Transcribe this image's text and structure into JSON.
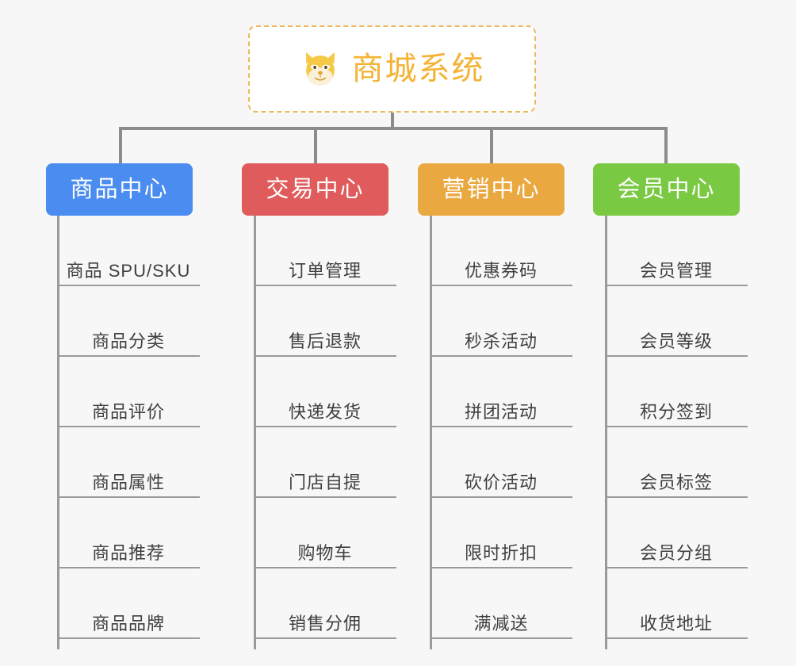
{
  "page": {
    "background_color": "#f7f7f7",
    "title": "商城系统",
    "connector_color": "#8c8c8c",
    "leaf_line_color": "#9a9a9a",
    "leaf_text_color": "#3f3f3f"
  },
  "root": {
    "label": "商城系统",
    "icon": "shiba-dog-icon",
    "text_color": "#f4b335",
    "border_color": "#edb85e",
    "background_color": "#ffffff"
  },
  "columns": [
    {
      "id": "product-center",
      "label": "商品中心",
      "color": "#4a8cf0",
      "items": [
        "商品 SPU/SKU",
        "商品分类",
        "商品评价",
        "商品属性",
        "商品推荐",
        "商品品牌"
      ]
    },
    {
      "id": "trade-center",
      "label": "交易中心",
      "color": "#e05c5c",
      "items": [
        "订单管理",
        "售后退款",
        "快递发货",
        "门店自提",
        "购物车",
        "销售分佣"
      ]
    },
    {
      "id": "marketing-center",
      "label": "营销中心",
      "color": "#eaa940",
      "items": [
        "优惠券码",
        "秒杀活动",
        "拼团活动",
        "砍价活动",
        "限时折扣",
        "满减送"
      ]
    },
    {
      "id": "member-center",
      "label": "会员中心",
      "color": "#7ac943",
      "items": [
        "会员管理",
        "会员等级",
        "积分签到",
        "会员标签",
        "会员分组",
        "收货地址"
      ]
    }
  ]
}
